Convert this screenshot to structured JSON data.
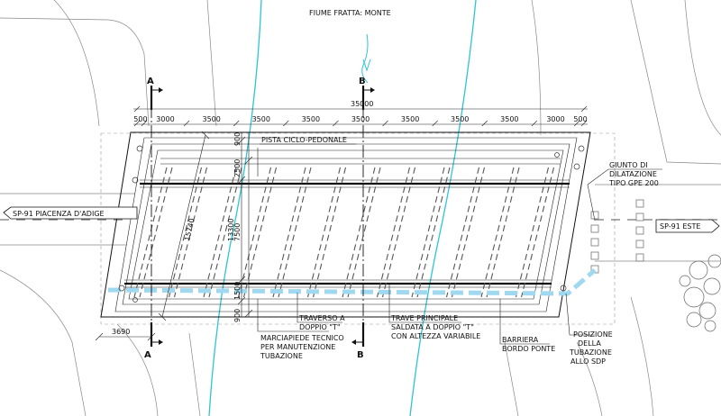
{
  "labels": {
    "river": "FIUME FRATTA: MONTE",
    "left_road": "SP-91 PIACENZA D'ADIGE",
    "right_road": "SP-91 ESTE",
    "bike_path": "PISTA CICLO-PEDONALE",
    "expansion_joint_1": "GIUNTO DI",
    "expansion_joint_2": "DILATAZIONE",
    "expansion_joint_3": "TIPO GPE 200",
    "traverse_1": "TRAVERSO A",
    "traverse_2": "DOPPIO \"T\"",
    "main_beam_1": "TRAVE PRINCIPALE",
    "main_beam_2": "SALDATA A DOPPIO \"T\"",
    "main_beam_3": "CON ALTEZZA VARIABILE",
    "sidewalk_1": "MARCIAPIEDE TECNICO",
    "sidewalk_2": "PER MANUTENZIONE",
    "sidewalk_3": "TUBAZIONE",
    "barrier_1": "BARRIERA",
    "barrier_2": "BORDO PONTE",
    "pipe_pos_1": "POSIZIONE",
    "pipe_pos_2": "DELLA",
    "pipe_pos_3": "TUBAZIONE",
    "pipe_pos_4": "ALLO SDP"
  },
  "sections": {
    "a_top": "A",
    "a_bottom": "A",
    "b_top": "B",
    "b_bottom": "B"
  },
  "dimensions": {
    "total_length": "35000",
    "spans": [
      "500",
      "3000",
      "3500",
      "3500",
      "3500",
      "3500",
      "3500",
      "3500",
      "3500",
      "3000",
      "500"
    ],
    "vertical_1": "900",
    "vertical_2": "2500",
    "vertical_3": "7500",
    "vertical_4": "13300",
    "vertical_5": "1500",
    "vertical_6": "900",
    "diagonal": "15740",
    "offset": "3690"
  },
  "colors": {
    "river": "#2ec4d6",
    "pipe": "#9fd8ef",
    "lines": "#111111"
  }
}
